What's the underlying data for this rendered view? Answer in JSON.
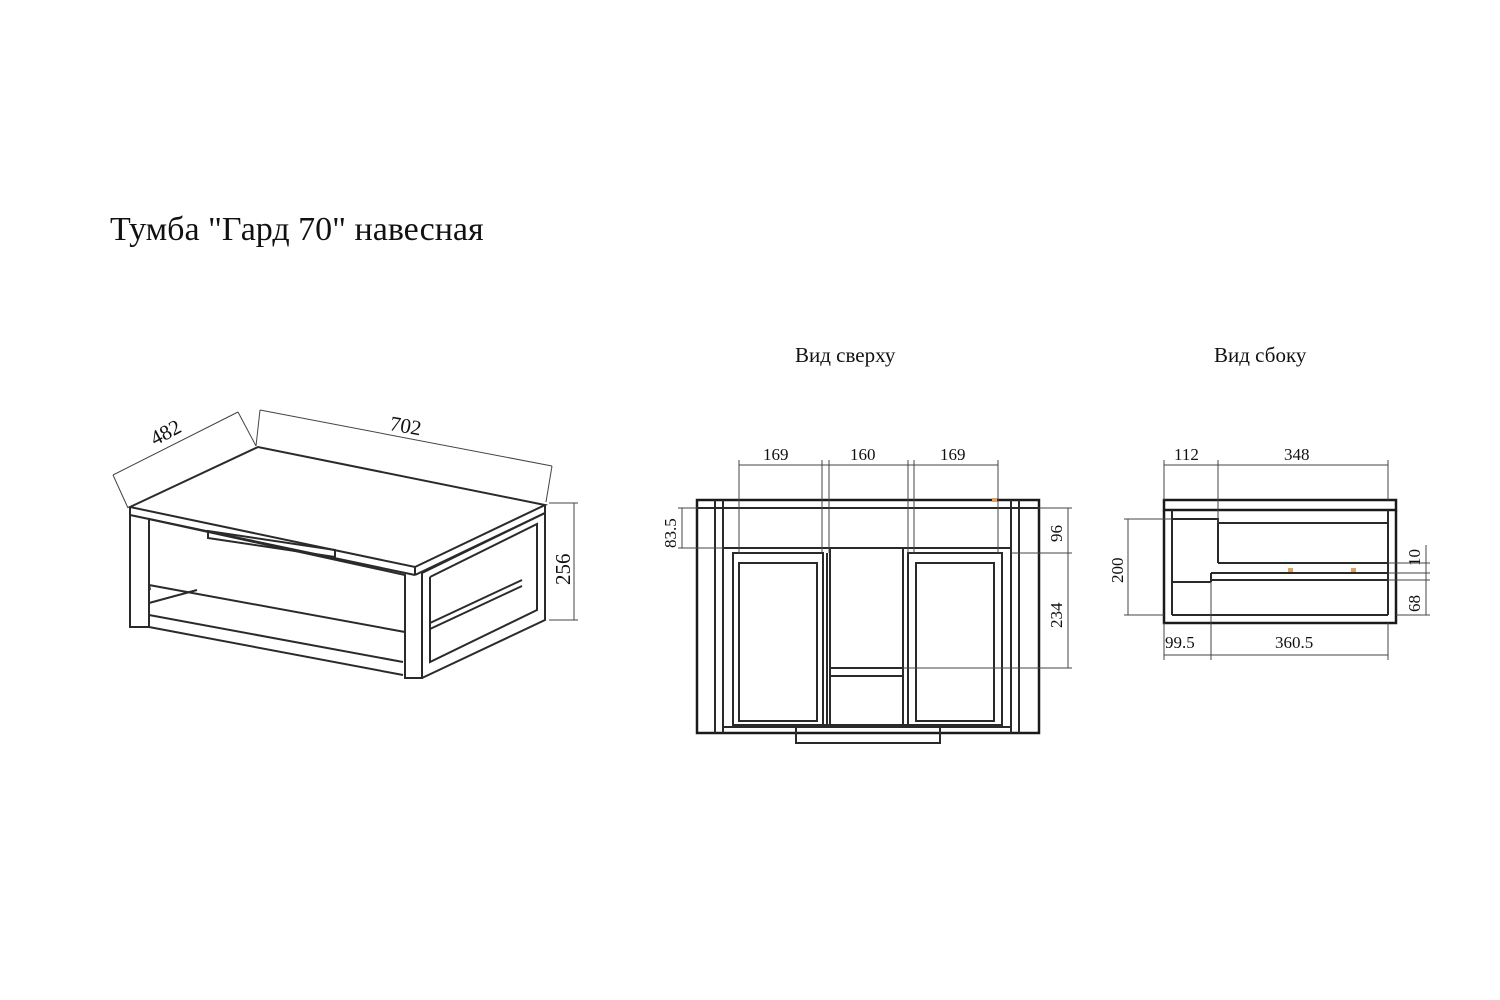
{
  "title": "Тумба \"Гард 70\" навесная",
  "colors": {
    "line": "#2a2a2a",
    "accent": "#e0a060",
    "background": "#ffffff"
  },
  "iso_view": {
    "dims": {
      "depth": "482",
      "width": "702",
      "height": "256"
    }
  },
  "top_view": {
    "label": "Вид сверху",
    "dims": {
      "left": "169",
      "middle": "160",
      "right": "169",
      "offset": "83.5",
      "upper": "96",
      "lower": "234"
    }
  },
  "side_view": {
    "label": "Вид сбоку",
    "dims": {
      "top_left": "112",
      "top_right": "348",
      "height": "200",
      "gap": "10",
      "base": "68",
      "bottom_left": "99.5",
      "bottom_right": "360.5"
    }
  }
}
